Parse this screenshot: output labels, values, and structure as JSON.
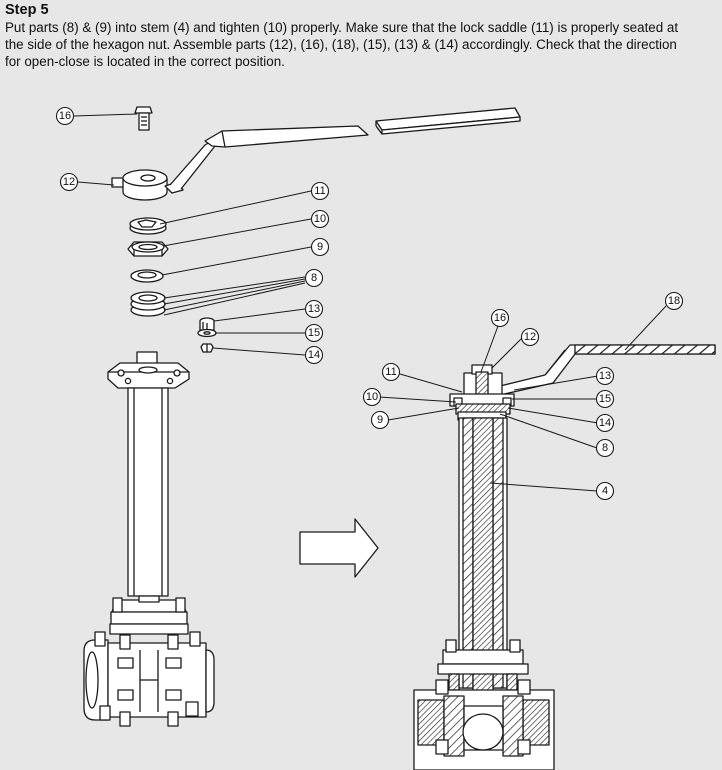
{
  "title": "Step 5",
  "instructions": [
    "Put parts (8) & (9) into stem (4) and tighten (10) properly.  Make sure that the lock saddle (11) is properly seated at",
    "the side of the hexagon nut.  Assemble parts (12), (16), (18), (15), (13) & (14) accordingly.  Check that the direction",
    "for open-close is located in the correct position."
  ],
  "exploded_callouts": [
    "16",
    "12",
    "11",
    "10",
    "9",
    "8",
    "13",
    "15",
    "14"
  ],
  "assembled_callouts": [
    "18",
    "16",
    "12",
    "11",
    "13",
    "10",
    "15",
    "9",
    "14",
    "8",
    "4"
  ]
}
